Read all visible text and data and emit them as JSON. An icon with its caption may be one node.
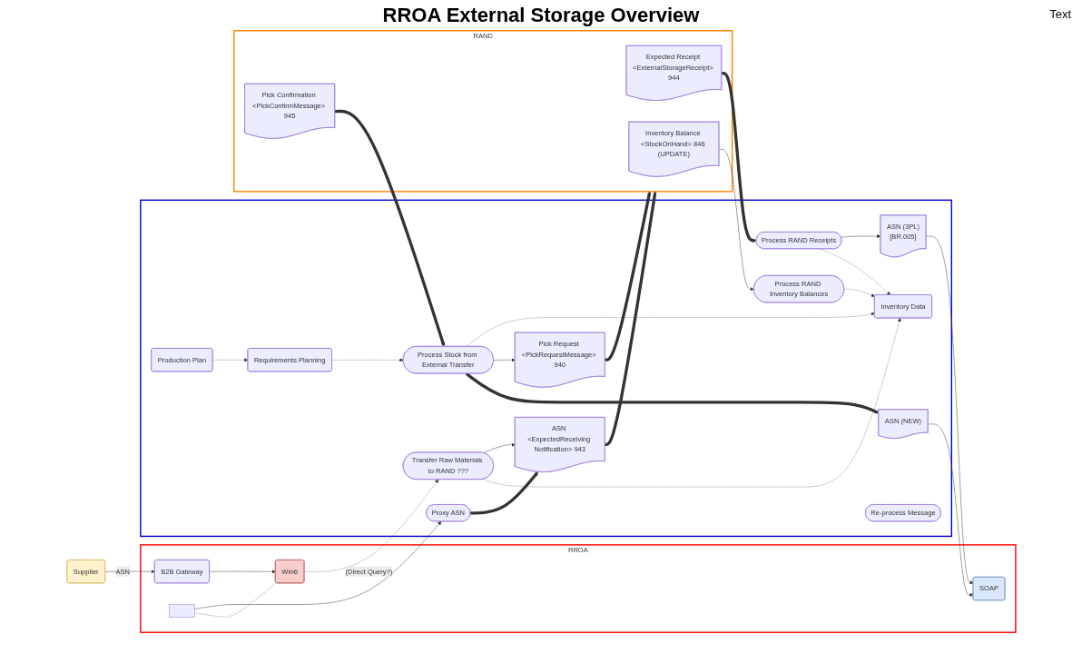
{
  "diagram": {
    "title": "RROA External Storage Overview",
    "nodes": [
      {
        "text": [
          "Supplier"
        ]
      },
      {
        "text": [
          "RROA"
        ]
      },
      {
        "text": [
          "B2B Gateway"
        ],
        "in": 1
      },
      {
        "text": [],
        "shape": "box",
        "in": 1
      },
      {
        "text": [
          "Wm6"
        ],
        "in": 1
      },
      {
        "text": [
          "SOAP"
        ],
        "in": 1
      },
      {
        "text": [],
        "shape": "box"
      },
      {
        "text": [
          "Proxy ASN"
        ],
        "in": 6
      },
      {
        "text": [
          "ASN <ExpectedReceiving Notification> 943"
        ],
        "in": 6
      },
      {
        "text": [
          "Transfer Raw Materials to RAND ???"
        ],
        "in": 6
      },
      {
        "text": [
          "ASN (3PL)",
          "[BR.005]"
        ],
        "in": 6
      },
      {
        "text": [
          "Process RAND Receipts"
        ],
        "in": 6
      },
      {
        "text": [
          "Inventory Data"
        ],
        "in": 6
      },
      {
        "text": [
          "Process RAND Inventory Balances"
        ],
        "in": 6
      },
      {
        "text": [
          "Pick Request <PickRequestMessage> 940"
        ],
        "in": 6
      },
      {
        "text": [
          "ASN (NEW)"
        ],
        "in": 6
      },
      {
        "text": [
          "Process Stock from External Transfer"
        ],
        "in": 6
      },
      {
        "text": [
          "Production Plan"
        ],
        "in": 6
      },
      {
        "text": [
          "Requirements Planning"
        ],
        "in": 6
      },
      {
        "text": [
          "Re-process Message"
        ],
        "in": 6
      },
      {
        "text": [
          "RAND"
        ]
      },
      {
        "text": [
          "Expected Receipt <ExternalStorageReceipt> 944"
        ],
        "in": 20
      },
      {
        "text": [
          "Inventory Balance <StockOnHand> 846 (UPDATE)"
        ],
        "in": 20
      },
      {
        "text": [
          "Pick Confirmation <PickConfirmMessage> 945"
        ],
        "in": 20
      }
    ],
    "edges": [
      {
        "from": 0,
        "to": 2,
        "arrow": "to",
        "label": "ASN"
      },
      {
        "from": 2,
        "to": 4,
        "arrow": "to"
      },
      {
        "from": 3,
        "to": 7,
        "arrow": "to"
      },
      {
        "from": 3,
        "to": 4,
        "arrow": "none",
        "style": "dashed"
      },
      {
        "from": 4,
        "to": 9,
        "arrow": "to",
        "style": "dashed",
        "label": "(Direct Query?)"
      },
      {
        "from": 7,
        "to": 8,
        "arrow": "to",
        "style": "thick"
      },
      {
        "from": 9,
        "to": 8,
        "arrow": "to"
      },
      {
        "from": 8,
        "to": 20,
        "arrow": "to",
        "style": "thick"
      },
      {
        "from": 21,
        "to": 11,
        "arrow": "to",
        "style": "thick"
      },
      {
        "from": 11,
        "to": 10,
        "arrow": "to"
      },
      {
        "from": 10,
        "to": 5,
        "arrow": "to"
      },
      {
        "from": 9,
        "to": 12,
        "arrow": "to",
        "style": "dashed"
      },
      {
        "from": 11,
        "to": 12,
        "arrow": "to",
        "style": "dashed"
      },
      {
        "from": 22,
        "to": 13,
        "arrow": "to"
      },
      {
        "from": 13,
        "to": 12,
        "arrow": "to",
        "style": "dashed"
      },
      {
        "from": 16,
        "to": 12,
        "arrow": "to",
        "style": "dashed"
      },
      {
        "from": 16,
        "to": 14,
        "arrow": "to"
      },
      {
        "from": 14,
        "to": 20,
        "arrow": "to",
        "style": "thick"
      },
      {
        "from": 23,
        "to": 16,
        "arrow": "to",
        "style": "thick"
      },
      {
        "from": 16,
        "to": 15,
        "arrow": "to",
        "style": "thick"
      },
      {
        "from": 15,
        "to": 5,
        "arrow": "to"
      },
      {
        "from": 17,
        "to": 18,
        "arrow": "to",
        "style": "dashed"
      },
      {
        "from": 18,
        "to": 16,
        "arrow": "to",
        "style": "dashed"
      }
    ],
    "labels": [
      "Text"
    ]
  }
}
